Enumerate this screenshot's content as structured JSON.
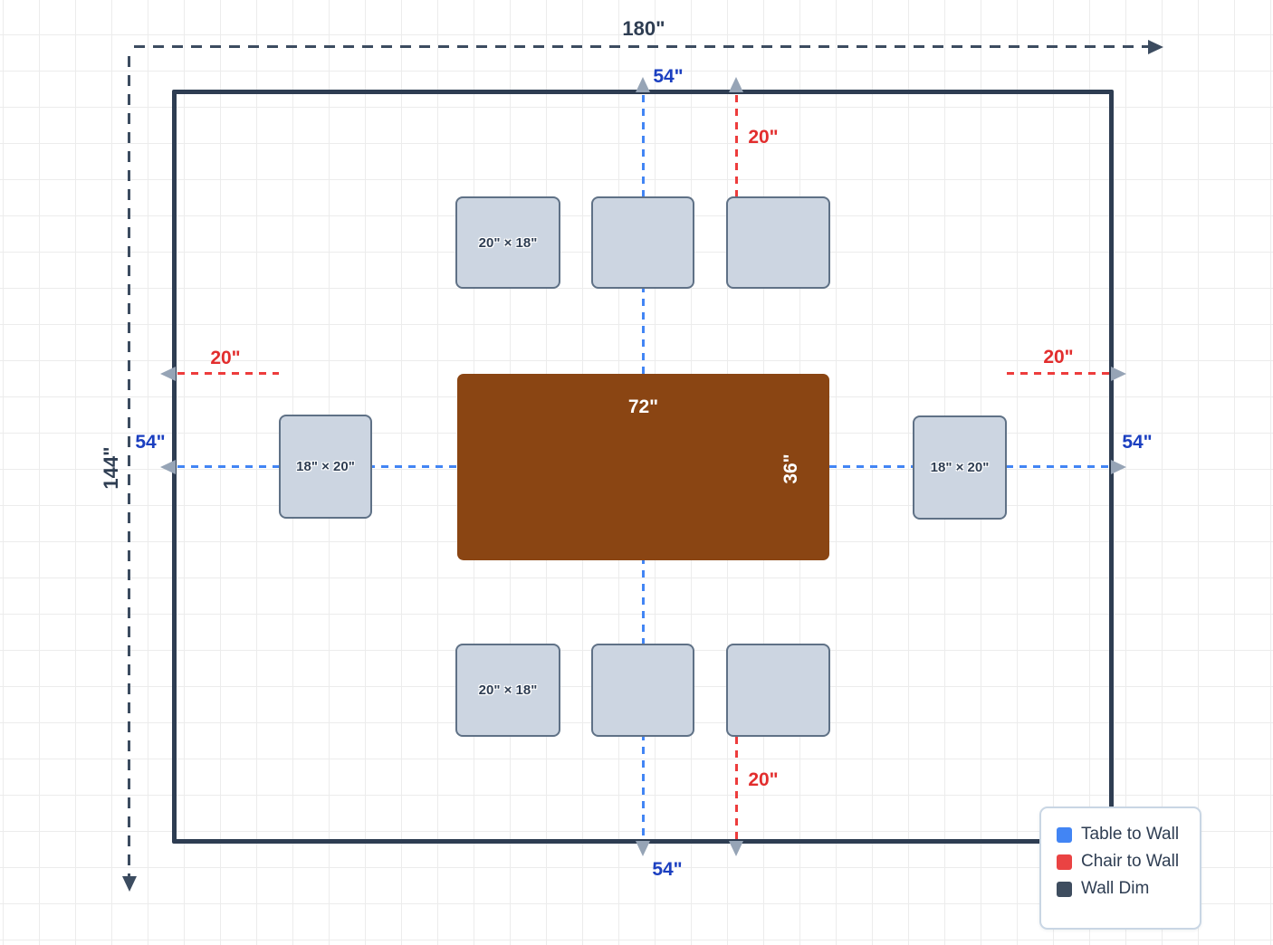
{
  "diagram": {
    "wall_width_label": "180\"",
    "wall_height_label": "144\""
  },
  "table": {
    "length_label": "72\"",
    "depth_label": "36\""
  },
  "chairs": {
    "top_row_label": "20\" × 18\"",
    "bottom_row_label": "20\" × 18\"",
    "left_label": "18\" × 20\"",
    "right_label": "18\" × 20\""
  },
  "clearances": {
    "table_top": "54\"",
    "table_bottom": "54\"",
    "table_left": "54\"",
    "table_right": "54\"",
    "chair_top": "20\"",
    "chair_bottom": "20\"",
    "chair_left": "20\"",
    "chair_right": "20\""
  },
  "legend": {
    "items": [
      {
        "label": "Table to Wall",
        "color": "#4285f4"
      },
      {
        "label": "Chair to Wall",
        "color": "#ea4343"
      },
      {
        "label": "Wall Dim",
        "color": "#3e4d5f"
      }
    ]
  },
  "colors": {
    "wall": "#2e3d52",
    "table": "#8a4513",
    "chair_fill": "#ccd5e1",
    "chair_border": "#5f7186",
    "table_to_wall_line": "#4285f4",
    "chair_to_wall_line": "#ed3c3c",
    "wall_dim_line": "#3c4c60",
    "arrowhead": "#96a4b6"
  }
}
